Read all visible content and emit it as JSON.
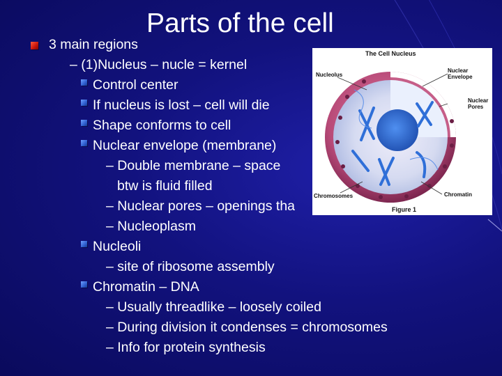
{
  "slide": {
    "title": "Parts of the cell",
    "bullets": [
      {
        "text": "3 main regions"
      },
      {
        "text": "– (1)Nucleus – nucle = kernel"
      },
      {
        "text": "Control center"
      },
      {
        "text": "If nucleus is lost – cell will die"
      },
      {
        "text": "Shape conforms to cell"
      },
      {
        "text": "Nuclear envelope (membrane)"
      },
      {
        "text": "– Double membrane – space"
      },
      {
        "text": "btw is fluid filled"
      },
      {
        "text": "– Nuclear pores – openings tha"
      },
      {
        "text": "– Nucleoplasm"
      },
      {
        "text": "Nucleoli"
      },
      {
        "text": "– site of ribosome assembly"
      },
      {
        "text": "Chromatin – DNA"
      },
      {
        "text": "– Usually threadlike – loosely coiled"
      },
      {
        "text": "– During division it condenses = chromosomes"
      },
      {
        "text": "– Info for protein synthesis"
      }
    ]
  },
  "figure": {
    "title": "The Cell Nucleus",
    "labels": {
      "nucleolus": "Nucleolus",
      "envelope_1": "Nuclear",
      "envelope_2": "Envelope",
      "pores_1": "Nuclear",
      "pores_2": "Pores",
      "chromosomes": "Chromosomes",
      "chromatin": "Chromatin"
    },
    "caption": "Figure 1"
  },
  "colors": {
    "background": "#12127e",
    "bullet_primary": "#d9200f",
    "bullet_secondary": "#2f5fd0",
    "nucleus": "#b8527a",
    "chromatin": "#3a78d8"
  }
}
